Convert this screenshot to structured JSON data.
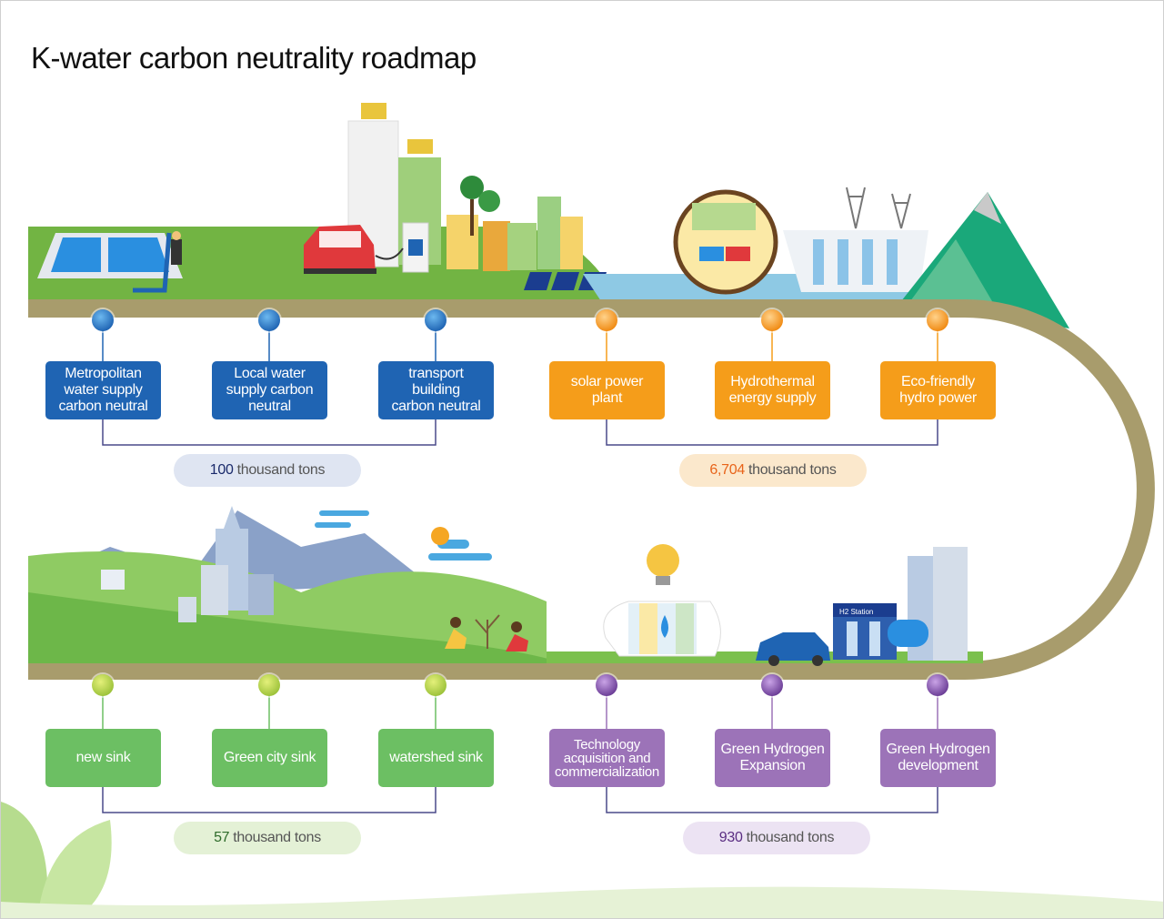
{
  "title": "K-water carbon neutrality roadmap",
  "colors": {
    "blue": "#1f64b3",
    "orange": "#f59d1a",
    "green": "#6cbf63",
    "purple": "#9c73b8",
    "road": "#a89c6c"
  },
  "top_row": [
    {
      "id": "metro",
      "label_lines": [
        "Metropolitan",
        "water supply",
        "carbon neutral"
      ],
      "color": "blue"
    },
    {
      "id": "local",
      "label_lines": [
        "Local water",
        "supply carbon",
        "neutral"
      ],
      "color": "blue"
    },
    {
      "id": "transport",
      "label_lines": [
        "transport",
        "building",
        "carbon neutral"
      ],
      "color": "blue"
    },
    {
      "id": "solar",
      "label_lines": [
        "solar power",
        "plant"
      ],
      "color": "orange"
    },
    {
      "id": "hydrothermal",
      "label_lines": [
        "Hydrothermal",
        "energy supply"
      ],
      "color": "orange"
    },
    {
      "id": "hydro",
      "label_lines": [
        "Eco-friendly",
        "hydro power"
      ],
      "color": "orange"
    }
  ],
  "bottom_row": [
    {
      "id": "newsink",
      "label_lines": [
        "new sink"
      ],
      "color": "green"
    },
    {
      "id": "citysink",
      "label_lines": [
        "Green city sink"
      ],
      "color": "green"
    },
    {
      "id": "watershed",
      "label_lines": [
        "watershed sink"
      ],
      "color": "green"
    },
    {
      "id": "tech",
      "label_lines": [
        "Technology",
        "acquisition and",
        "commercialization"
      ],
      "color": "purple"
    },
    {
      "id": "h2exp",
      "label_lines": [
        "Green Hydrogen",
        "Expansion"
      ],
      "color": "purple"
    },
    {
      "id": "h2dev",
      "label_lines": [
        "Green Hydrogen",
        "development"
      ],
      "color": "purple"
    }
  ],
  "totals": {
    "top_left": {
      "number": "100",
      "unit": "thousand tons",
      "num_color": "#1a2a6b"
    },
    "top_right": {
      "number": "6,704",
      "unit": "thousand tons",
      "num_color": "#e8641a"
    },
    "bottom_left": {
      "number": "57",
      "unit": "thousand tons",
      "num_color": "#2e6b2a"
    },
    "bottom_right": {
      "number": "930",
      "unit": "thousand tons",
      "num_color": "#5a2d82"
    }
  },
  "station_sign": "H2 Station"
}
